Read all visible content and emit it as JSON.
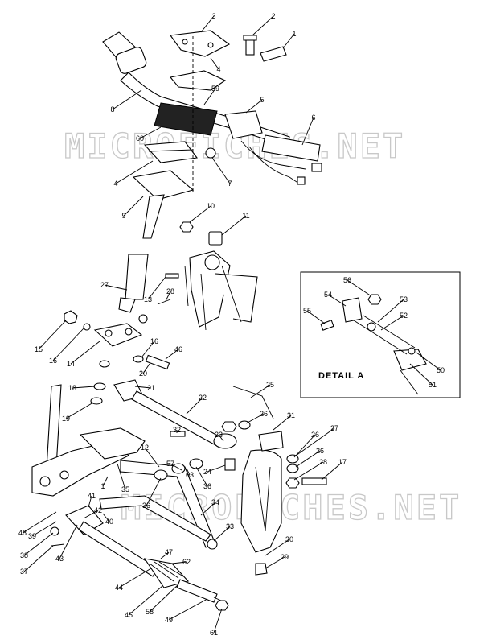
{
  "watermarks": [
    "MICROFICHES.NET",
    "MICROFICHES.NET"
  ],
  "detail": {
    "title": "DETAIL A"
  },
  "callouts": [
    {
      "id": "c1",
      "text": "1"
    },
    {
      "id": "c2",
      "text": "2"
    },
    {
      "id": "c3",
      "text": "3"
    },
    {
      "id": "c4a",
      "text": "4"
    },
    {
      "id": "c5",
      "text": "5"
    },
    {
      "id": "c6",
      "text": "6"
    },
    {
      "id": "c7",
      "text": "7"
    },
    {
      "id": "c8",
      "text": "8"
    },
    {
      "id": "c59",
      "text": "59"
    },
    {
      "id": "c60",
      "text": "60"
    },
    {
      "id": "c4b",
      "text": "4"
    },
    {
      "id": "c9",
      "text": "9"
    },
    {
      "id": "c10",
      "text": "10"
    },
    {
      "id": "c11",
      "text": "11"
    },
    {
      "id": "c27a",
      "text": "27"
    },
    {
      "id": "c13",
      "text": "13"
    },
    {
      "id": "c28a",
      "text": "28"
    },
    {
      "id": "c15",
      "text": "15"
    },
    {
      "id": "c16a",
      "text": "16"
    },
    {
      "id": "c14",
      "text": "14"
    },
    {
      "id": "c16b",
      "text": "16"
    },
    {
      "id": "c46",
      "text": "46"
    },
    {
      "id": "c20",
      "text": "20"
    },
    {
      "id": "c18",
      "text": "18"
    },
    {
      "id": "c21",
      "text": "21"
    },
    {
      "id": "c22",
      "text": "22"
    },
    {
      "id": "c19",
      "text": "19"
    },
    {
      "id": "c25",
      "text": "25"
    },
    {
      "id": "c26a",
      "text": "26"
    },
    {
      "id": "c31",
      "text": "31"
    },
    {
      "id": "c23",
      "text": "23"
    },
    {
      "id": "c32",
      "text": "32"
    },
    {
      "id": "c12",
      "text": "12"
    },
    {
      "id": "c57",
      "text": "57"
    },
    {
      "id": "c26b",
      "text": "26"
    },
    {
      "id": "c27b",
      "text": "27"
    },
    {
      "id": "c26c",
      "text": "26"
    },
    {
      "id": "c28b",
      "text": "28"
    },
    {
      "id": "c17",
      "text": "17"
    },
    {
      "id": "c24",
      "text": "24"
    },
    {
      "id": "c63",
      "text": "63"
    },
    {
      "id": "c36a",
      "text": "36"
    },
    {
      "id": "c35",
      "text": "35"
    },
    {
      "id": "c36b",
      "text": "36"
    },
    {
      "id": "c1b",
      "text": "1"
    },
    {
      "id": "c41",
      "text": "41"
    },
    {
      "id": "c42",
      "text": "42"
    },
    {
      "id": "c48",
      "text": "48"
    },
    {
      "id": "c39",
      "text": "39"
    },
    {
      "id": "c40",
      "text": "40"
    },
    {
      "id": "c34",
      "text": "34"
    },
    {
      "id": "c33",
      "text": "33"
    },
    {
      "id": "c38",
      "text": "38"
    },
    {
      "id": "c43",
      "text": "43"
    },
    {
      "id": "c37",
      "text": "37"
    },
    {
      "id": "c47",
      "text": "47"
    },
    {
      "id": "c62",
      "text": "62"
    },
    {
      "id": "c30",
      "text": "30"
    },
    {
      "id": "c29",
      "text": "29"
    },
    {
      "id": "c44",
      "text": "44"
    },
    {
      "id": "c45",
      "text": "45"
    },
    {
      "id": "c58",
      "text": "58"
    },
    {
      "id": "c49",
      "text": "49"
    },
    {
      "id": "c61",
      "text": "61"
    },
    {
      "id": "c56",
      "text": "56"
    },
    {
      "id": "c54",
      "text": "54"
    },
    {
      "id": "c53",
      "text": "53"
    },
    {
      "id": "c55",
      "text": "55"
    },
    {
      "id": "c52",
      "text": "52"
    },
    {
      "id": "c50",
      "text": "50"
    },
    {
      "id": "c51",
      "text": "51"
    }
  ]
}
